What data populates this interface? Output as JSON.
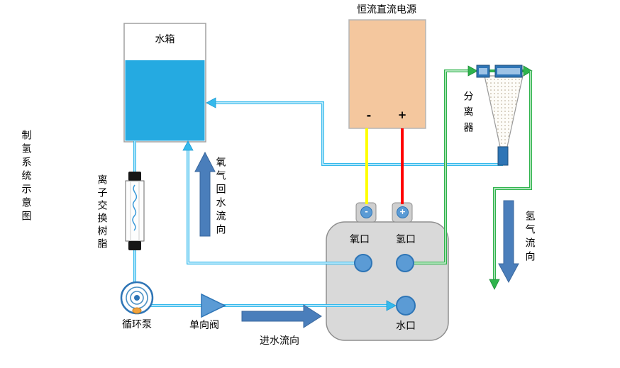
{
  "diagram_title": "制氢系统示意图",
  "tank": {
    "label": "水箱"
  },
  "ion_exchange_resin": {
    "label": "离子交换树脂"
  },
  "pump": {
    "label": "循环泵"
  },
  "check_valve": {
    "label": "单向阀"
  },
  "power_supply": {
    "label": "恒流直流电源",
    "negative": "-",
    "positive": "+"
  },
  "electrolyzer": {
    "terminal_negative": "-",
    "terminal_positive": "+",
    "oxygen_port": "氧口",
    "hydrogen_port": "氢口",
    "water_port": "水口"
  },
  "separator": {
    "label": "分离器"
  },
  "flow_arrows": {
    "water_inlet": "进水流向",
    "oxygen_return": "氧气回水流向",
    "hydrogen_out": "氢气流向"
  },
  "colors": {
    "water_blue": "#25aae1",
    "pipe_cyan": "#35b9ec",
    "pipe_green": "#2fb34c",
    "wire_yellow": "#ffff00",
    "wire_red": "#ff0000",
    "flow_arrow_blue": "#4a7ebb",
    "port_blue": "#5b9bd5",
    "separator_flange_blue": "#2e75b6",
    "power_supply_fill": "#f4c79e",
    "electrolyzer_fill": "#d9d9d9"
  }
}
